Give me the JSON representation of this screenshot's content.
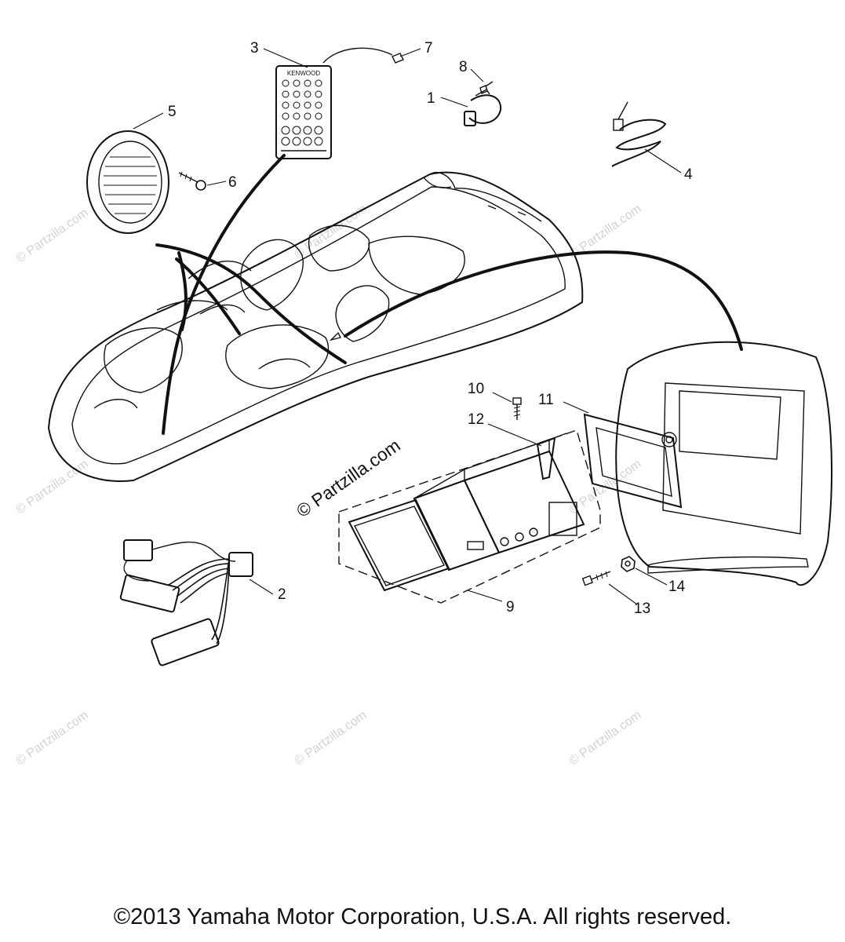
{
  "watermark": {
    "text": "© Partzilla.com",
    "color": "#d2d2d2",
    "main_color": "#111111"
  },
  "callouts": {
    "c1": "1",
    "c2": "2",
    "c3": "3",
    "c4": "4",
    "c5": "5",
    "c6": "6",
    "c7": "7",
    "c8": "8",
    "c9": "9",
    "c10": "10",
    "c11": "11",
    "c12": "12",
    "c13": "13",
    "c14": "14"
  },
  "remote_brand": "KENWOOD",
  "footer": {
    "copyright": "©2013  Yamaha Motor Corporation, U.S.A. All rights reserved."
  }
}
